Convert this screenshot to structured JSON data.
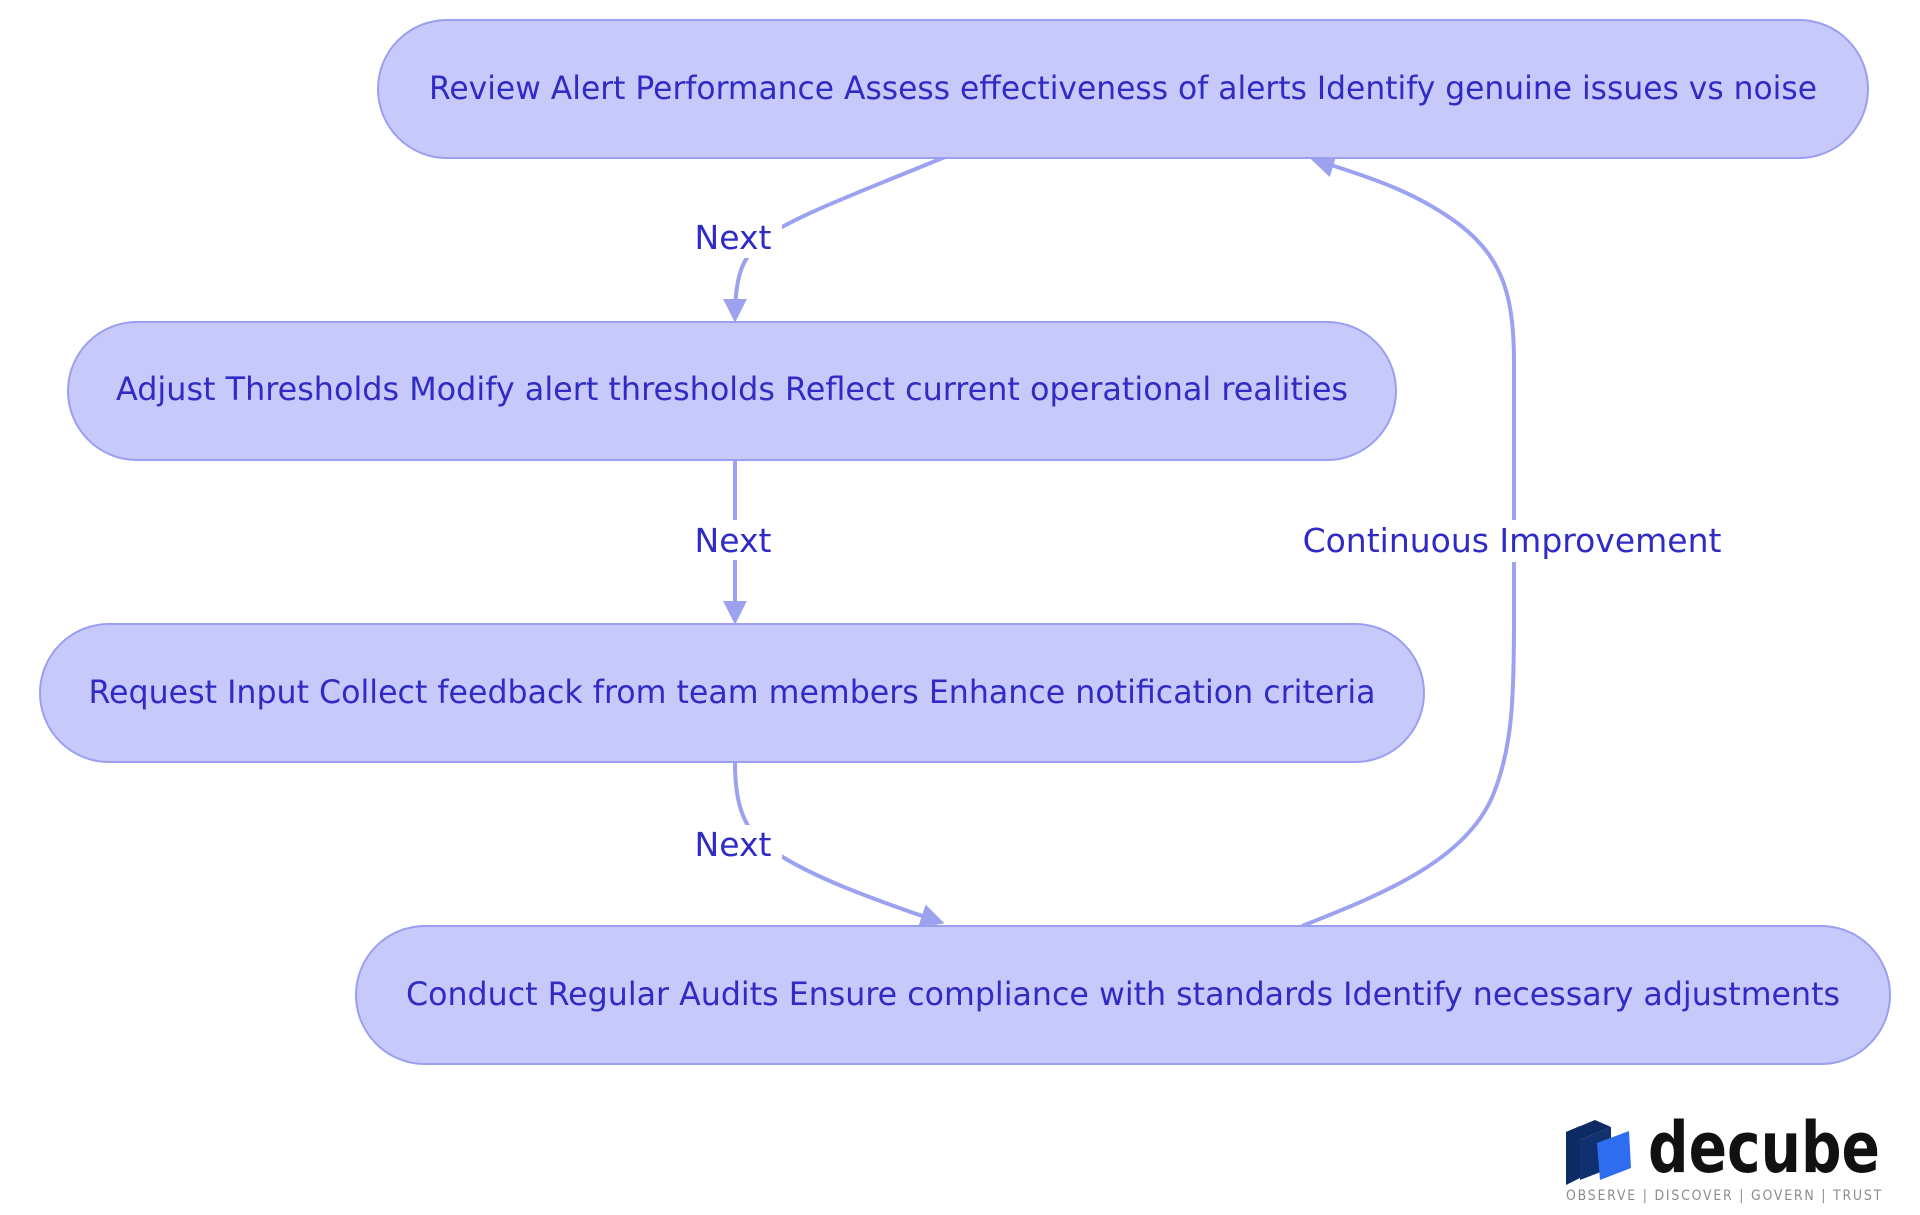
{
  "nodes": {
    "review": "Review Alert Performance Assess effectiveness of alerts Identify genuine issues vs noise",
    "adjust": "Adjust Thresholds Modify alert thresholds Reflect current operational realities",
    "request": "Request Input Collect feedback from team members Enhance notification criteria",
    "audit": "Conduct Regular Audits Ensure compliance with standards Identify necessary adjustments"
  },
  "edges": {
    "review_to_adjust": "Next",
    "adjust_to_request": "Next",
    "request_to_audit": "Next",
    "audit_to_review": "Continuous Improvement"
  },
  "logo": {
    "wordmark": "decube",
    "tagline": "OBSERVE | DISCOVER | GOVERN | TRUST"
  },
  "colors": {
    "node_fill": "#c8c9fb",
    "node_stroke": "#9a9ff0",
    "text": "#2f2bc4",
    "edge": "#9da2f0"
  }
}
